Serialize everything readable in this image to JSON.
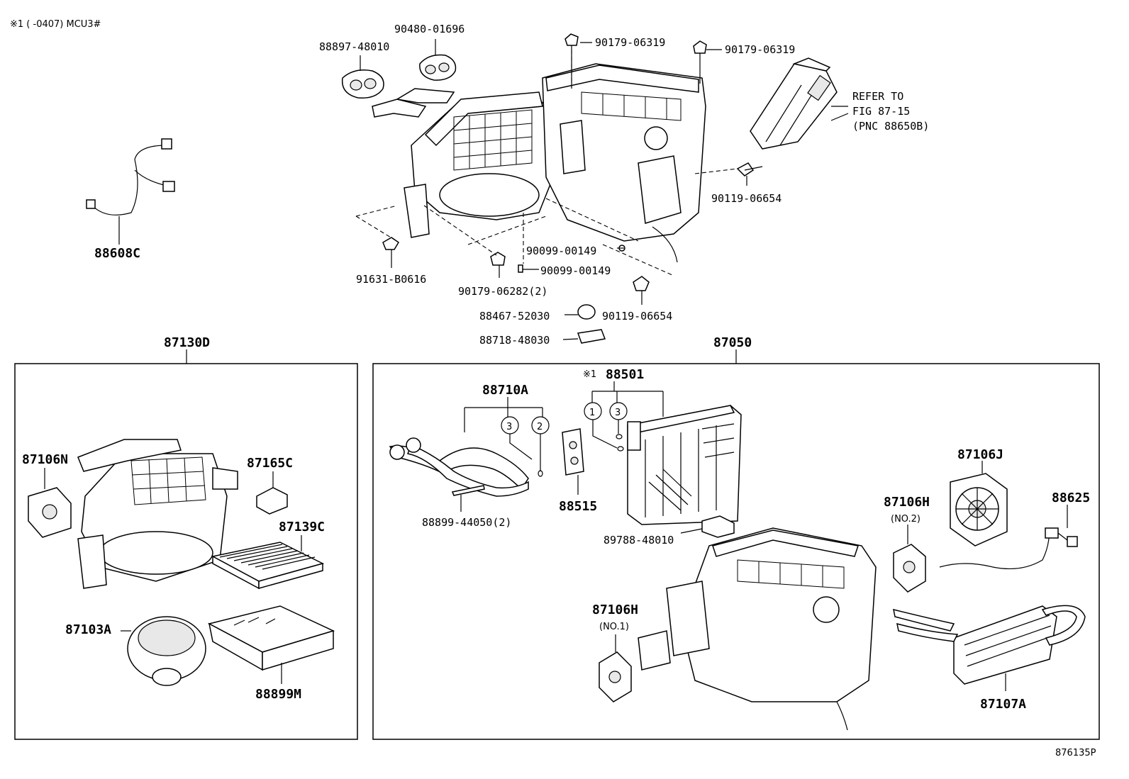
{
  "header_note": "※1 (    -0407) MCU3#",
  "figure_id": "876135P",
  "callouts": {
    "p88897": "88897-48010",
    "p90480": "90480-01696",
    "p90179a": "90179-06319",
    "p90179b": "90179-06319",
    "refer1": "REFER TO",
    "refer2": "FIG 87-15",
    "refer3": "(PNC 88650B)",
    "p90119a": "90119-06654",
    "p88608": "88608C",
    "p90099a": "90099-00149",
    "p90099b": "90099-00149",
    "p91631": "91631-B0616",
    "p90179c": "90179-06282(2)",
    "p88467": "88467-52030",
    "p90119b": "90119-06654",
    "p88718": "88718-48030"
  },
  "left_group": {
    "title": "87130D",
    "items": {
      "p87106n": "87106N",
      "p87165c": "87165C",
      "p87139c": "87139C",
      "p87103a": "87103A",
      "p88899m": "88899M"
    }
  },
  "right_group": {
    "title": "87050",
    "note_mark": "※1",
    "items": {
      "p88501": "88501",
      "p88710a": "88710A",
      "circle1": "1",
      "circle3a": "3",
      "circle3b": "3",
      "circle2": "2",
      "p88515": "88515",
      "p88899": "88899-44050(2)",
      "p89788": "89788-48010",
      "p87106j": "87106J",
      "p87106h2": "87106H",
      "no2": "(NO.2)",
      "p88625": "88625",
      "p87106h1": "87106H",
      "no1": "(NO.1)",
      "p87107a": "87107A"
    }
  }
}
